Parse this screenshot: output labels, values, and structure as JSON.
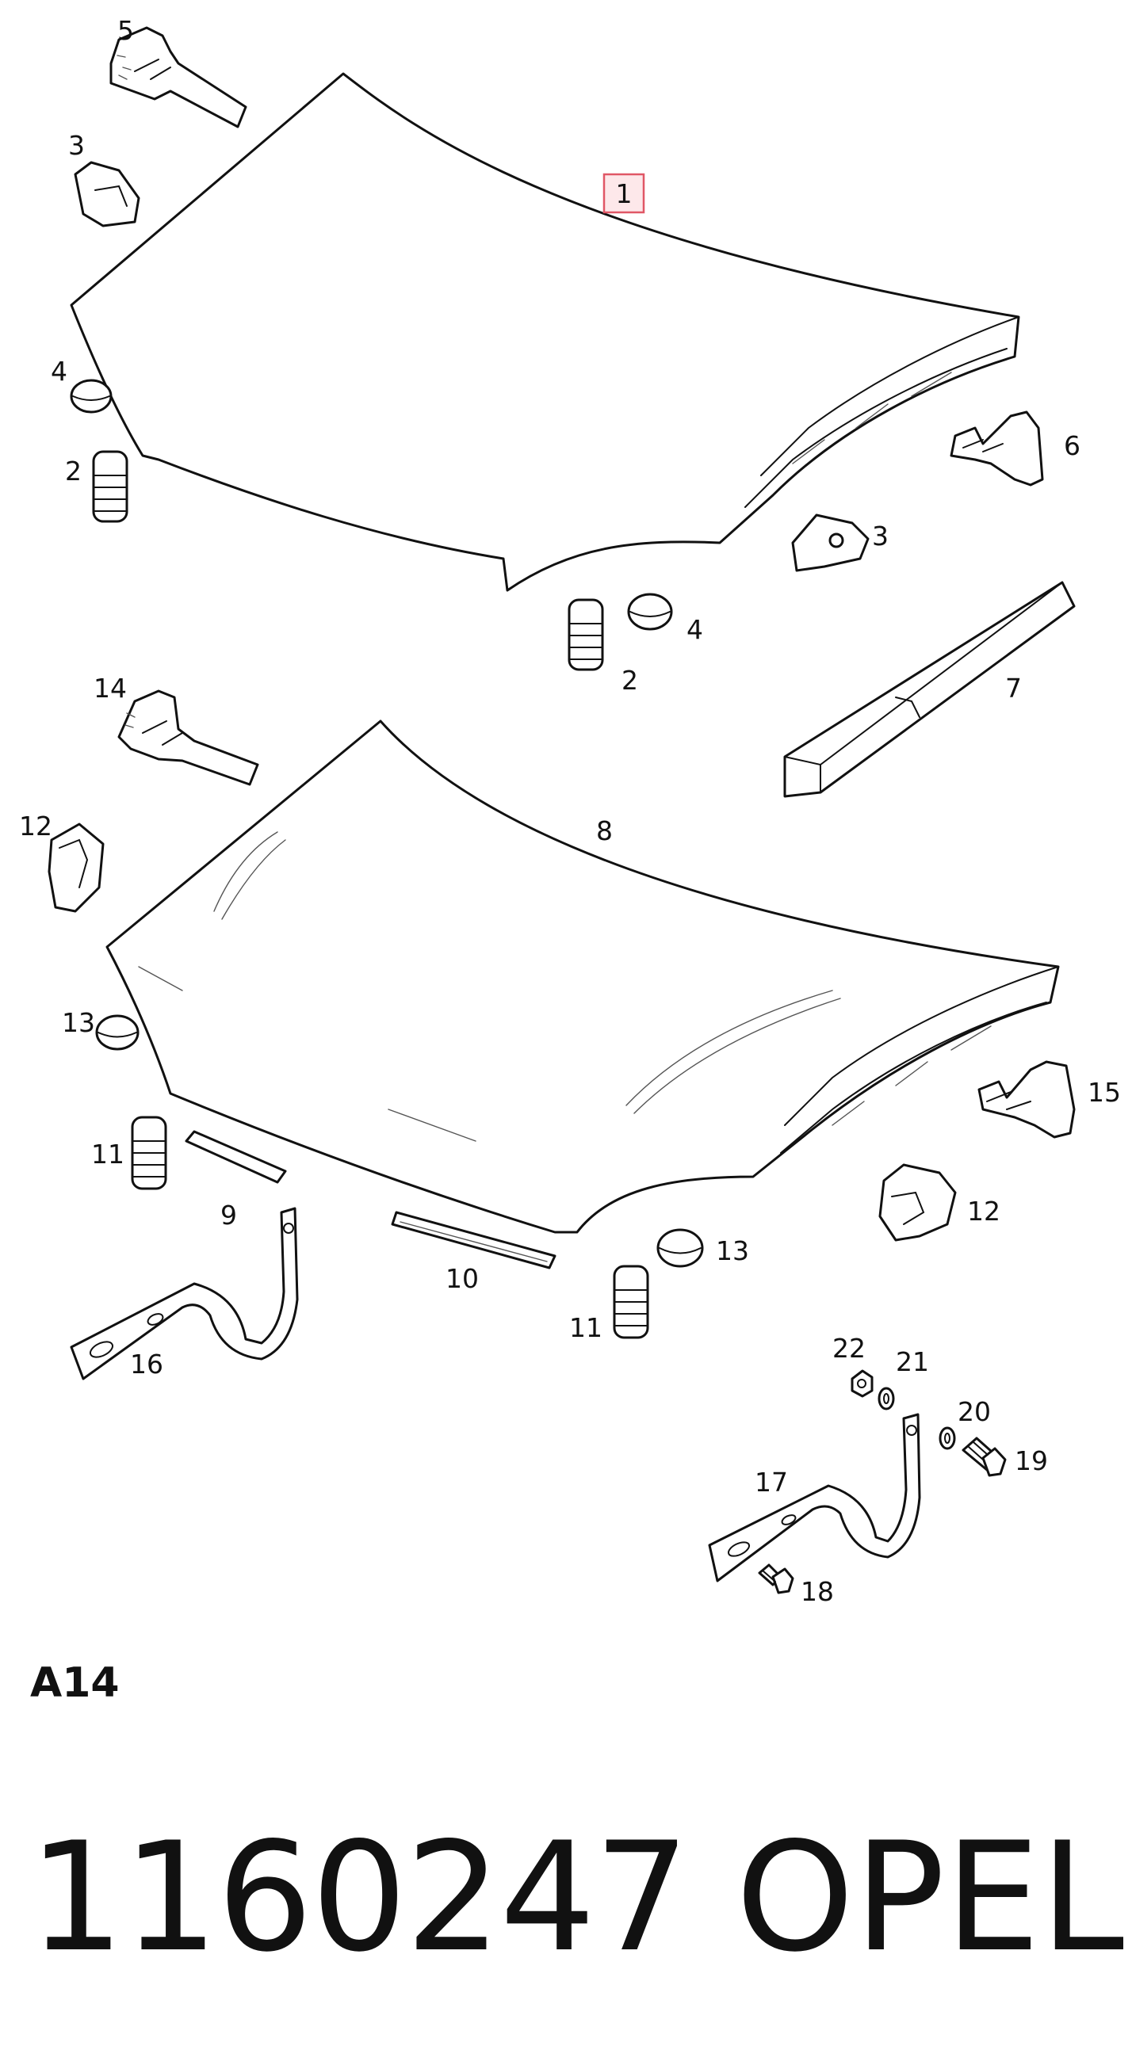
{
  "diagram": {
    "callouts": {
      "c1": "1",
      "c2a": "2",
      "c2b": "2",
      "c3a": "3",
      "c3b": "3",
      "c4a": "4",
      "c4b": "4",
      "c5": "5",
      "c6": "6",
      "c7": "7",
      "c8": "8",
      "c9": "9",
      "c10": "10",
      "c11a": "11",
      "c11b": "11",
      "c12a": "12",
      "c12b": "12",
      "c13a": "13",
      "c13b": "13",
      "c14": "14",
      "c15": "15",
      "c16": "16",
      "c17": "17",
      "c18": "18",
      "c19": "19",
      "c20": "20",
      "c21": "21",
      "c22": "22"
    },
    "highlighted_callout": "1",
    "highlight_color": "#e05766"
  },
  "footer": {
    "section_code": "A14",
    "part_number": "1160247",
    "brand": "OPEL"
  }
}
